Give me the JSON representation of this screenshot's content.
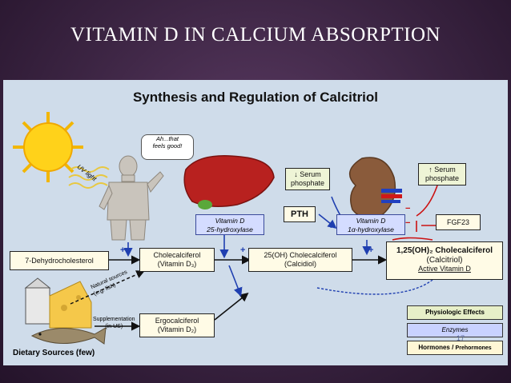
{
  "slide": {
    "title": "VITAMIN D IN CALCIUM ABSORPTION",
    "page_number": "17"
  },
  "diagram": {
    "title": "Synthesis and Regulation of Calcitriol",
    "speech_bubble": [
      "Ah...that",
      "feels good!"
    ],
    "uv_label": "UV light",
    "natural_sources": [
      "Natural sources",
      "(e.g. fish)"
    ],
    "supplementation": [
      "Supplementation",
      "(in US)"
    ],
    "dietary_sources": "Dietary Sources (few)",
    "boxes": {
      "dehydro": "7-Dehydrocholesterol",
      "chole": [
        "Cholecalciferol",
        "(Vitamin D₃)"
      ],
      "ergo": [
        "Ergocalciferol",
        "(Vitamin D₂)"
      ],
      "calcidiol": [
        "25(OH) Cholecalciferol",
        "(Calcidiol)"
      ],
      "calcitriol": [
        "1,25(OH)₂ Cholecalciferol",
        "(Calcitriol)",
        "Active Vitamin D"
      ],
      "pth": "PTH",
      "fgf23": "FGF23",
      "serum_low": [
        "↓ Serum",
        "phosphate"
      ],
      "serum_high": [
        "↑ Serum",
        "phosphate"
      ]
    },
    "enzymes": {
      "liver": [
        "Vitamin D",
        "25-hydroxylase"
      ],
      "kidney": [
        "Vitamin D",
        "1α-hydroxylase"
      ]
    },
    "legend": {
      "physiologic": "Physiologic Effects",
      "enzymes": "Enzymes",
      "hormones": "Hormones / ",
      "prehormones": "Prehormones"
    },
    "colors": {
      "physiologic": "#e7efc8",
      "enzymes": "#c9d2ff",
      "hormones": "#fff7d6",
      "arrow_blue": "#1f3fb0",
      "arrow_red": "#cc1111"
    }
  }
}
